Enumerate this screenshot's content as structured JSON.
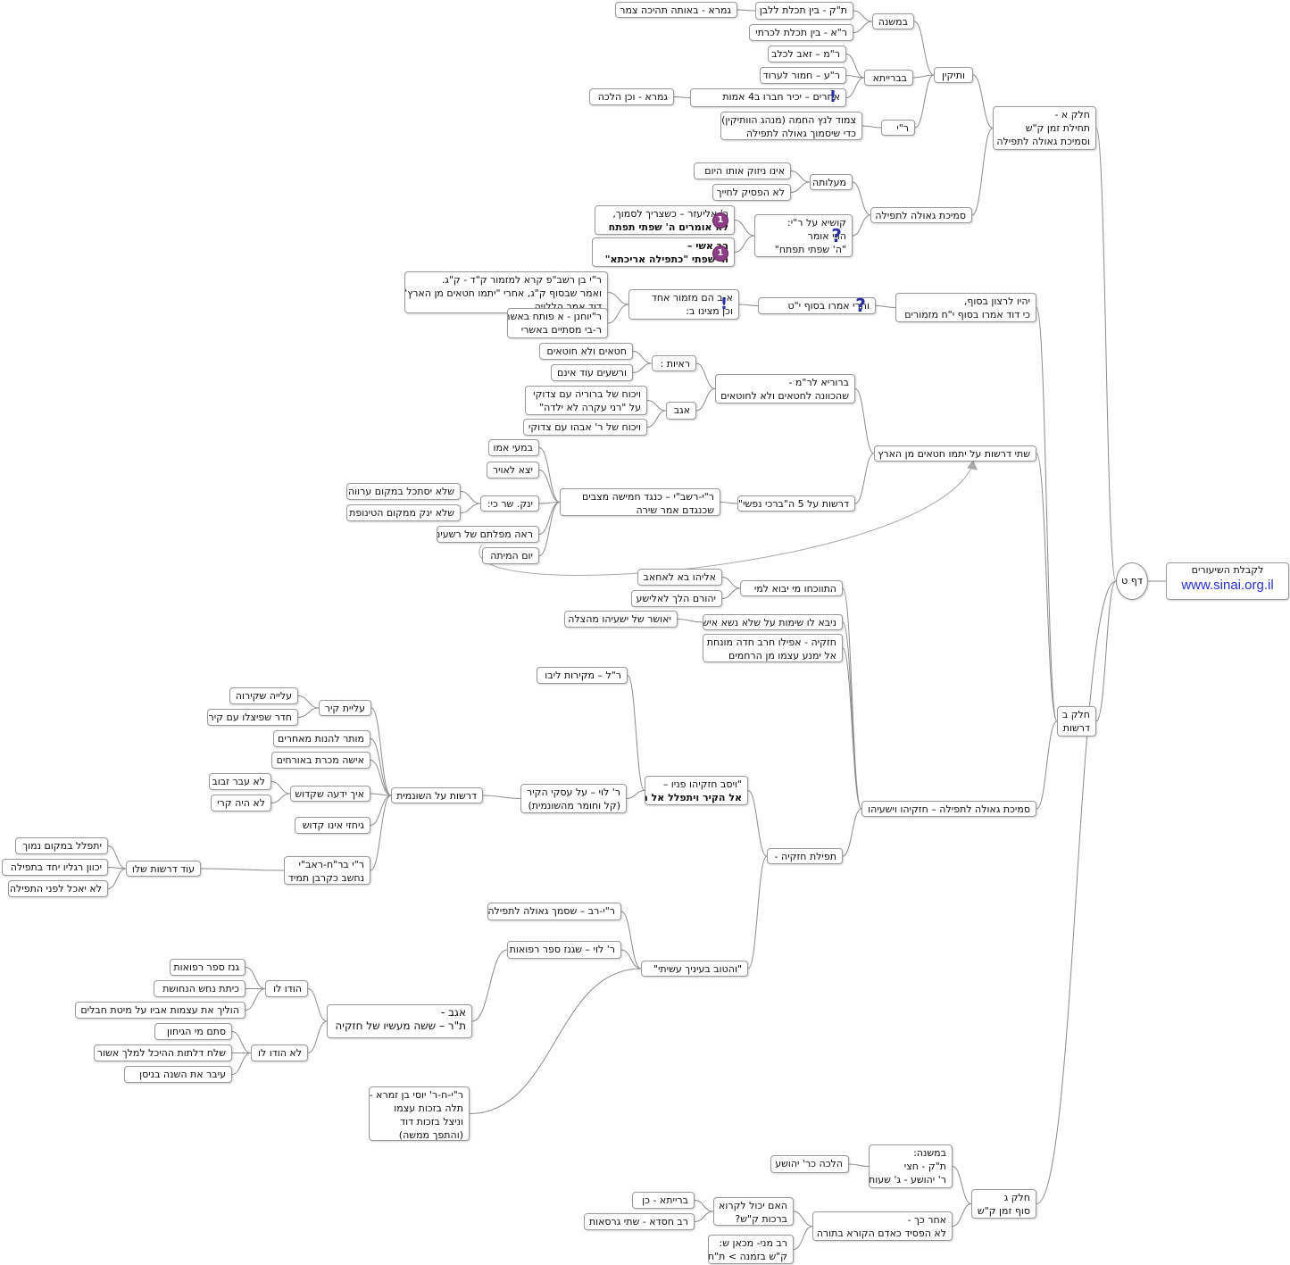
{
  "site": {
    "caption": "לקבלת השיעורים",
    "url": "www.sinai.org.il"
  },
  "hub": {
    "label": "דף ט"
  },
  "nodes": {
    "part_a": [
      "חלק א -",
      "תחילת זמן ק\"ש",
      "וסמיכת גאולה לתפילה"
    ],
    "vatikin": [
      "ותיקין"
    ],
    "mishna": [
      "במשנה"
    ],
    "tk": [
      "ת\"ק - בין תכלת ללבן"
    ],
    "gemara1": [
      "גמרא - באותה תהיכה צמר"
    ],
    "ra": [
      "ר\"א - בין תכלת לכרתי"
    ],
    "braita": [
      "בברייתא"
    ],
    "rm": [
      "ר\"מ – זאב לכלב"
    ],
    "rah": [
      "ר\"ע – חמור לערוד"
    ],
    "acherim": [
      "אחרים – יכיר חברו ב4 אמות"
    ],
    "gemara2": [
      "גמרא - וכן הלכה"
    ],
    "ry": [
      "ר\"י"
    ],
    "tzamud": [
      "צמוד לנץ החמה (מנהג הוותיקין)",
      "כדי שיסמוך גאולה לתפילה"
    ],
    "smichat": [
      "סמיכת גאולה לתפילה"
    ],
    "maalot": [
      "מעלותה"
    ],
    "einu": [
      "אינו ניזוק אותו היום"
    ],
    "lo_hefsek": [
      "לא הפסיק לחייך"
    ],
    "kushya": [
      "קושיא על ר\"י:",
      "הרי אומר",
      "\"ה' שפתי תפתח\""
    ],
    "r_eliezer": [
      "ר' אליעזר – כשצריך לסמוך,",
      "לא אומרים ה' שפתי תפתח"
    ],
    "rav_ashi_1": [
      "רב אשי –"
    ],
    "rav_ashi_2": [
      "ה' שפתי \"כתפילה אריכתא\""
    ],
    "yihyu": [
      "יהיו לרצון בסוף,",
      "כי דוד אמרו בסוף י\"ח מזמורים"
    ],
    "veharei": [
      "והרי אמרו בסוף י\"ט"
    ],
    "ab": [
      "א-ב הם מזמור אחד",
      "וכן מצינו ב:"
    ],
    "rybrshb": [
      "ר\"י בן רשב\"פ קרא למזמור ק\"ד - ק\"ג.",
      "ואמר שבסוף ק\"ג, אחרי \"יתמו חטאים מן הארץ\",",
      "דוד אמר הללויה"
    ],
    "ry_poteach": [
      "ר\"יוחנן - א פותח באשרי",
      "ר-בי מסתיים באשרי"
    ],
    "shtei": [
      "שתי דרשות על יתמו חטאים מן הארץ"
    ],
    "brurya": [
      "ברוריא לר\"מ -",
      "שהכוונה לחטאים ולא לחוטאים"
    ],
    "reayot": [
      "ראיות :"
    ],
    "chataim": [
      "חטאים ולא חוטאים"
    ],
    "reshaim": [
      "ורשעים עוד אינם"
    ],
    "agav": [
      "אגב"
    ],
    "vikuach1": [
      "ויכוח של ברוריה עם צדוקי",
      "על \"רני עקרה לא ילדה\""
    ],
    "vikuach2": [
      "ויכוח של ר' אבהו עם צדוקי"
    ],
    "drashot5": [
      "דרשות על 5 ה\"ברכי נפשי\""
    ],
    "ryhrshb": [
      "ר\"י-רשב\"י – כנגד חמישה מצבים",
      "שכנגדם אמר שירה"
    ],
    "bmei": [
      "במעי אמו"
    ],
    "yatza": [
      "יצא לאויר"
    ],
    "yanak": [
      "ינק. שר כי:"
    ],
    "shelo_tistakel": [
      "שלא יסתכל במקום ערווה"
    ],
    "shelo_yanak": [
      "שלא ינק ממקום הטינופת"
    ],
    "raa": [
      "ראה מפלתם של רשעים"
    ],
    "yom": [
      "יום המיתה"
    ],
    "part_b": [
      "חלק ב",
      "דרשות"
    ],
    "hitvakchu": [
      "התווכחו מי יבוא למי"
    ],
    "eliyahu": [
      "אליהו בא לאחאב"
    ],
    "yehoram": [
      "יהורם הלך לאלישע"
    ],
    "nibba": [
      "ניבא לו שימות על שלא נשא אישה"
    ],
    "yaoshar": [
      "יאושר של ישעיהו מהצלה"
    ],
    "chizkiyahu": [
      "חזקיה - אפילו חרב חדה מונחת",
      "אל ימנע עצמו מן הרחמים"
    ],
    "smicha_chiz": [
      "סמיכת גאולה לתפילה – חזקיהו וישעיהו"
    ],
    "rl_mikirot": [
      "ר\"ל – מקירות ליבו"
    ],
    "vayasev": [
      "\"ויסב חזקיהו פניו –",
      "אל הקיר ויתפלל אל ה'\""
    ],
    "rl_kir": [
      "ר' לוי – על עסקי הקיר",
      "(קל וחומר מהשונמית)"
    ],
    "drashot_shun": [
      "דרשות על השונמית"
    ],
    "aliyat_kir": [
      "עליית קיר"
    ],
    "aliya_skira": [
      "עלייה שקירוה"
    ],
    "cheder": [
      "חדר שפיצלו עם קיר"
    ],
    "mutar": [
      "מותר להנות מאחרים"
    ],
    "isha": [
      "אישה מכרת באורחים"
    ],
    "eich": [
      "איך ידעה שקדוש"
    ],
    "lo_avar": [
      "לא עבר זבוב"
    ],
    "lo_haya": [
      "לא היה קרי"
    ],
    "gichazi": [
      "גיחזי אינו קדוש"
    ],
    "ry_brch": [
      "ר\"י בר\"ח-ראב\"י",
      "נחשב כקרבן תמיד"
    ],
    "od": [
      "עוד דרשות שלו"
    ],
    "yitpalel": [
      "יתפלל במקום נמוך"
    ],
    "yechaven": [
      "יכוון רגליו יחד בתפילה"
    ],
    "lo_yochal": [
      "לא יאכל לפני התפילה"
    ],
    "tfilat": [
      "תפילת חזקיה -"
    ],
    "hatov": [
      "\"והטוב בעיניך עשיתי\""
    ],
    "ryrav": [
      "ר\"י-רב – שסמך גאולה לתפילה"
    ],
    "rl_ganaz": [
      "ר' לוי – שגנז ספר רפואות"
    ],
    "agav2": [
      "אגב -",
      "ת\"ר – ששה מעשיו של חזקיה"
    ],
    "hodu": [
      "הודו לו"
    ],
    "ganaz": [
      "גנז ספר רפואות"
    ],
    "kitet": [
      "כיתת נחש הנחושת"
    ],
    "hitlich": [
      "הוליך את עצמות אביו על מיטת חבלים"
    ],
    "lo_hodu": [
      "לא הודו לו"
    ],
    "satam": [
      "סתם מי הגיחון"
    ],
    "kitzetz": [
      "שלח דלתות ההיכל למלך אשור"
    ],
    "ibar": [
      "עיבר את השנה בניסן"
    ],
    "ryh_yosi": [
      "ר\"י-ח-ר' יוסי בן זמרא -",
      "תלה בזכות עצמו",
      "וניצל בזכות דוד",
      "(והתפך ממשה)"
    ],
    "part_c": [
      "חלק ג",
      "סוף זמן ק\"ש"
    ],
    "mishna_c": [
      "במשנה:",
      "ת\"ק - חצי",
      "ר' יהושע - ג' שעות"
    ],
    "halacha": [
      "הלכה כר' יהושע"
    ],
    "achar": [
      "אחר כך -",
      "לא הפסיד כאדם הקורא בתורה"
    ],
    "haim": [
      "האם יכול לקרוא",
      "ברכות ק\"ש?"
    ],
    "braita_c": [
      "ברייתא - כן"
    ],
    "rav_chisda": [
      "רב חסדא - שתי גרסאות"
    ],
    "rav_mani": [
      "רב מני- מכאן ש:",
      "ק\"ש בזמנה > ת\"ת"
    ]
  }
}
